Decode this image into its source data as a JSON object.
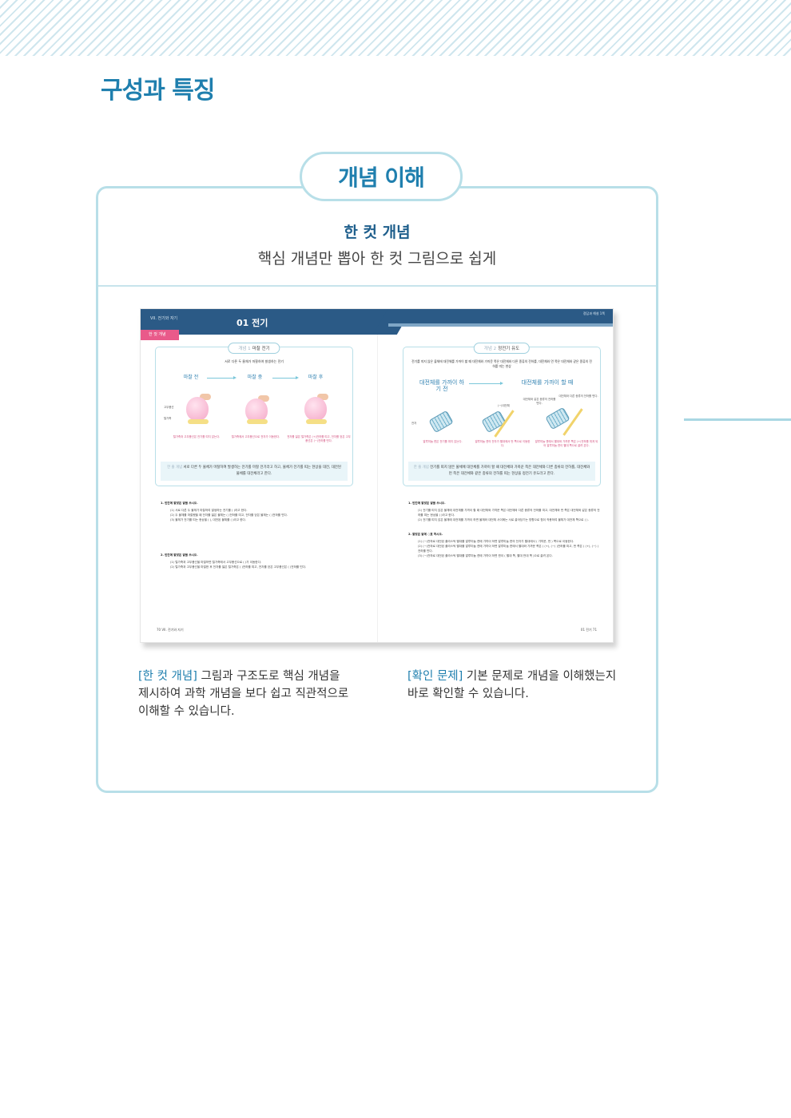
{
  "page": {
    "title": "구성과 특징",
    "tab": "개념 이해",
    "heading": "한 컷 개념",
    "subheading": "핵심 개념만 뽑아 한 컷 그림으로 쉽게"
  },
  "book": {
    "unit_label": "VII. 전기와 자기",
    "chapter_title": "01 전기",
    "header_right": "정답과 해설 1쪽",
    "badge": "한 컷 개념",
    "left_concept": {
      "pill_label": "개념 1",
      "pill_title": "마찰 전기",
      "subtitle": "서로 다른 두 물체가 마찰하여 발생하는 전기",
      "stages": [
        "마찰 전",
        "마찰 중",
        "마찰 후"
      ],
      "labels": [
        "고무풍선",
        "털가죽"
      ],
      "captions": [
        "털가죽과 고무풍선은 전기를 띠지 않는다.",
        "털가죽에서 고무풍선으로 전자가 이동한다.",
        "전자를 잃은 털가죽은 (+)전하를 띠고, 전자를 얻은 고무풍선은 (−)전하를 띤다."
      ],
      "summary_label": "한 줄 개념",
      "summary": "서로 다른 두 물체가 마찰하여 발생하는 전기를 마찰 전기라고 하고, 물체가 전기를 띠는 현상을 대전, 대전된 물체를 대전체라고 한다."
    },
    "right_concept": {
      "pill_label": "개념 2",
      "pill_title": "정전기 유도",
      "subtitle": "전기를 띠지 않은 물체에 대전체를 가까이 할 때 대전체와 가까운 쪽은 대전체와 다른 종류의 전하를, 대전체와 먼 쪽은 대전체와 같은 종류의 전하를 띠는 현상",
      "stages": [
        "대전체를 가까이 하기 전",
        "대전체를 가까이 할 때"
      ],
      "labels": [
        "(−)대전체",
        "대전체와 같은 종류의 전하를 띤다.",
        "대전체와 다른 종류의 전하를 띤다.",
        "전자"
      ],
      "captions": [
        "알루미늄 캔은 전기를 띠지 않는다.",
        "알루미늄 캔의 전자가 빨대에서 먼 쪽으로 이동한다.",
        "알루미늄 캔에서 빨대와 가까운 쪽은 (+)전하를 띠게 되어 알루미늄 캔이 빨대 쪽으로 끌려 온다."
      ],
      "summary_label": "한 줄 개념",
      "summary": "전기를 띠지 않은 물체에 대전체를 가까이 할 때 대전체와 가까운 쪽은 대전체와 다른 종류의 전하를, 대전체와 먼 쪽은 대전체와 같은 종류의 전하를 띠는 현상을 정전기 유도라고 한다."
    },
    "left_questions": [
      {
        "head": "1.  빈칸에 알맞은 말을 쓰시오.",
        "items": [
          "(1) 서로 다른 두 물체가 마찰하여 발생하는 전기를 (            )라고 한다.",
          "(2) 두 물체를 마찰했을 때 전자를 잃은 물체는 (            )전하를 띠고, 전자를 얻은 물체는 (            )전하를 띤다.",
          "(3) 물체가 전기를 띠는 현상을 (            ), 대전된 물체를 (            )라고 한다."
        ]
      },
      {
        "head": "2.  빈칸에 알맞은 말을 쓰시오.",
        "items": [
          "(1) 털가죽과 고무풍선을 마찰하면 털가죽에서 고무풍선으로 (            )가 이동한다.",
          "(2) 털가죽과 고무풍선을 마찰한 후 전자를 잃은 털가죽은 (            )전하를 띠고, 전자를 얻은 고무풍선은 (            )전하를 띤다."
        ]
      }
    ],
    "right_questions": [
      {
        "head": "1.  빈칸에 알맞은 말을 쓰시오.",
        "items": [
          "(1) 전기를 띠지 않은 물체에 대전체를 가까이 할 때 대전체와 가까운 쪽은 대전체와 다른 종류의 전하를 띠고, 대전체와 먼 쪽은 대전체와 같은 종류의 전하를 띠는 현상을 (            )라고 한다.",
          "(2) 전기를 띠지 않은 물체에 대전체를 가까이 하면 물체와 대전체 사이에는 서로 끌어당기는 방향으로 힘이 작용하여 물체가 대전체 쪽으로 (            )."
        ]
      },
      {
        "head": "2.  알맞은 말에 ○표 하시오.",
        "items": [
          "(1) (−)전하로 대전된 플라스틱 빨대를 알루미늄 캔에 가까이 하면 알루미늄 캔의 전자가 빨대에서 ( 가까운, 먼 ) 쪽으로 이동한다.",
          "(2) (−)전하로 대전된 플라스틱 빨대를 알루미늄 캔에 가까이 하면 알루미늄 캔에서 빨대와 가까운 쪽은 ( (+), (−) )전하를 띠고, 먼 쪽은 ( (+), (−) )전하를 띤다.",
          "(3) (−)전하로 대전된 플라스틱 빨대를 알루미늄 캔에 가까이 하면 캔이 ( 빨대 쪽, 빨대 반대 쪽 )으로 끌려 온다."
        ]
      }
    ],
    "footer_left": "70  VII. 전기와 자기",
    "footer_right": "01 전기  71"
  },
  "descriptions": {
    "left_tag": "[한 컷 개념]",
    "left_text": "그림과 구조도로 핵심 개념을 제시하여 과학 개념을 보다 쉽고 직관적으로 이해할 수 있습니다.",
    "right_tag": "[확인 문제]",
    "right_text": "기본 문제로 개념을 이해했는지 바로 확인할 수 있습니다."
  },
  "colors": {
    "accent": "#1f7fae",
    "border": "#b8dfe8",
    "header_navy": "#2b5a86",
    "badge_pink": "#e95a8a"
  }
}
